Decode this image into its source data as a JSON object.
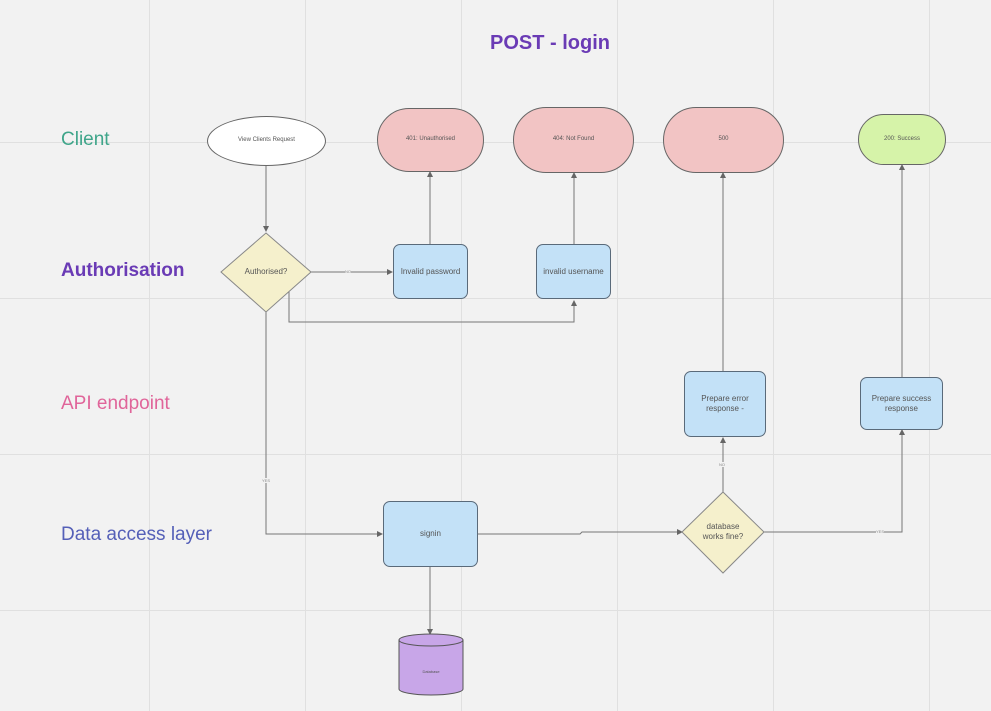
{
  "title": "POST - login",
  "lanes": {
    "client": "Client",
    "authorisation": "Authorisation",
    "api_endpoint": "API endpoint",
    "data_access_layer": "Data access layer"
  },
  "nodes": {
    "view_clients_request": "View Clients Request",
    "unauthorised": "401: Unauthorised",
    "not_found": "404: Not Found",
    "server_error": "500",
    "success": "200: Success",
    "authorised": "Authorised?",
    "invalid_password": "Invalid password",
    "invalid_username": "invalid username",
    "prepare_error": "Prepare error response -",
    "prepare_success": "Prepare success response",
    "signin": "signin",
    "database_works": "database works fine?",
    "database": "Database"
  },
  "edge_labels": {
    "auth_no": "NO",
    "auth_yes": "YES",
    "db_no": "NO",
    "db_yes": "YES"
  },
  "colors": {
    "title": "#6a3bb5",
    "client_lane": "#3fa58a",
    "auth_lane": "#6a3bb5",
    "api_lane": "#e0659a",
    "dal_lane": "#5560b8",
    "error_node": "#f2c4c4",
    "success_node": "#d6f3a9",
    "process_node": "#c3e1f7",
    "decision_node": "#f5f0cc",
    "database_node": "#c8a6e8"
  }
}
